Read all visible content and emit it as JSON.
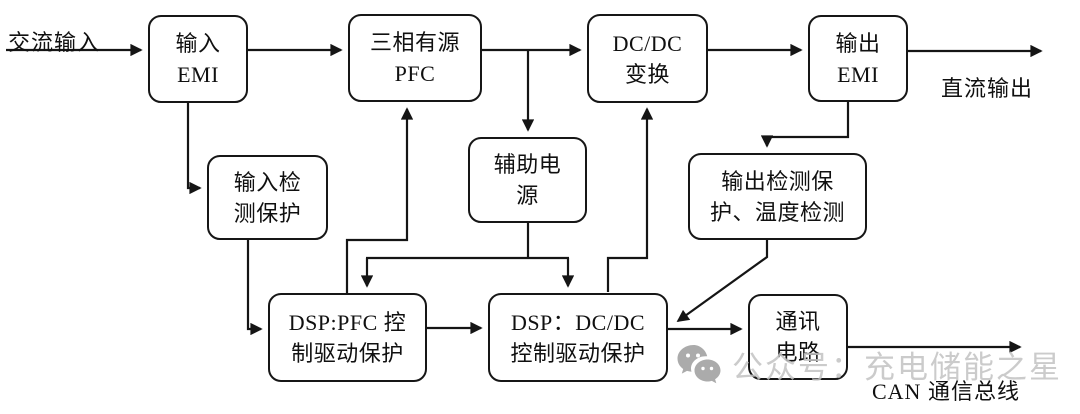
{
  "page": {
    "background_color": "#ffffff",
    "line_color": "#151515",
    "box_border_color": "#161616",
    "watermark_text_color": "#c3c3c3",
    "watermark_icon_color": "#9d9d9d"
  },
  "labels": {
    "ac_input": "交流输入",
    "dc_output": "直流输出",
    "can_bus": "CAN 通信总线",
    "watermark": "公众号：充电储能之星"
  },
  "nodes": {
    "input_emi": {
      "line1": "输入",
      "line2": "EMI"
    },
    "pfc": {
      "line1": "三相有源",
      "line2": "PFC"
    },
    "dcdc": {
      "line1": "DC/DC",
      "line2": "变换"
    },
    "output_emi": {
      "line1": "输出",
      "line2": "EMI"
    },
    "aux_power": {
      "line1": "辅助电",
      "line2": "源"
    },
    "input_protect": {
      "line1": "输入检",
      "line2": "测保护"
    },
    "output_protect": {
      "line1": "输出检测保",
      "line2": "护、温度检测"
    },
    "dsp_pfc": {
      "line1": "DSP:PFC 控",
      "line2": "制驱动保护"
    },
    "dsp_dcdc": {
      "line1": "DSP：DC/DC",
      "line2": "控制驱动保护"
    },
    "comm": {
      "line1": "通讯",
      "line2": "电路"
    }
  }
}
